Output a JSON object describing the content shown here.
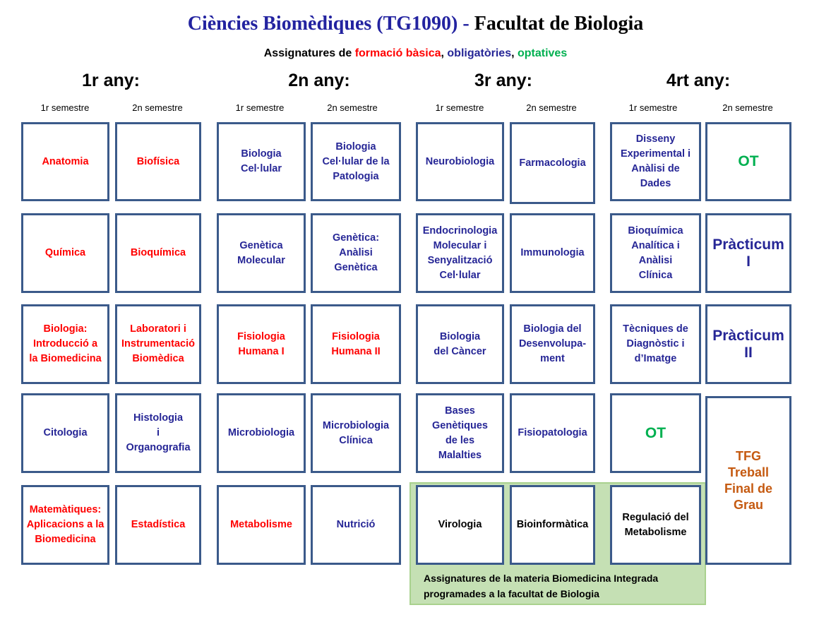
{
  "title": {
    "main": "Ciències Biomèdiques (TG1090)",
    "sep": " - ",
    "faculty": "Facultat de Biologia"
  },
  "subtitle": {
    "prefix": "Assignatures de ",
    "basic": "formació bàsica",
    "comma1": ", ",
    "mandatory": "obligatòries",
    "comma2": ", ",
    "optional": "optatives"
  },
  "colors": {
    "basic": "#ff0000",
    "mandatory": "#262696",
    "optional": "#00b050",
    "tfg": "#c55a11",
    "border": "#3b5a8a",
    "integrated_bg": "#c5e0b4"
  },
  "years": [
    "1r any:",
    "2n any:",
    "3r any:",
    "4rt any:"
  ],
  "semesters": {
    "first": "1r semestre",
    "second": "2n semestre"
  },
  "cells": {
    "y1s1": [
      "Anatomia",
      "Química",
      "Biologia:\nIntroducció a\nla Biomedicina",
      "Citologia",
      "Matemàtiques:\nAplicacions a la\nBiomedicina"
    ],
    "y1s2": [
      "Biofísica",
      "Bioquímica",
      "Laboratori  i\nInstrumentació\nBiomèdica",
      "Histologia\ni\nOrganografia",
      "Estadística"
    ],
    "y2s1": [
      "Biologia\nCel·lular",
      "Genètica\nMolecular",
      "Fisiologia\nHumana I",
      "Microbiologia",
      "Metabolisme"
    ],
    "y2s2": [
      "Biologia\nCel·lular de la\nPatologia",
      "Genètica:\nAnàlisi\nGenètica",
      "Fisiologia\nHumana II",
      "Microbiologia\nClínica",
      "Nutrició"
    ],
    "y3s1": [
      "Neurobiologia",
      "Endocrinologia\nMolecular i\nSenyalització\nCel·lular",
      "Biologia\ndel Càncer",
      "Bases\nGenètiques\nde les\nMalalties",
      "Virologia"
    ],
    "y3s2": [
      "Farmacologia",
      "Immunologia",
      "Biologia del\nDesenvolupa-\nment",
      "Fisiopatologia",
      "Bioinformàtica"
    ],
    "y4s1": [
      "Disseny\nExperimental i\nAnàlisi de\nDades",
      "Bioquímica\nAnalítica i\nAnàlisi\nClínica",
      "Tècniques de\nDiagnòstic  i\nd’Imatge",
      "OT",
      "Regulació del\nMetabolisme"
    ],
    "y4s2": [
      "OT",
      "Pràcticum\nI",
      "Pràcticum\nII",
      "TFG\nTreball\nFinal de\nGrau"
    ]
  },
  "integrated_note": "Assignatures de la materia Biomedicina Integrada\nprogramades a la facultat de Biologia"
}
